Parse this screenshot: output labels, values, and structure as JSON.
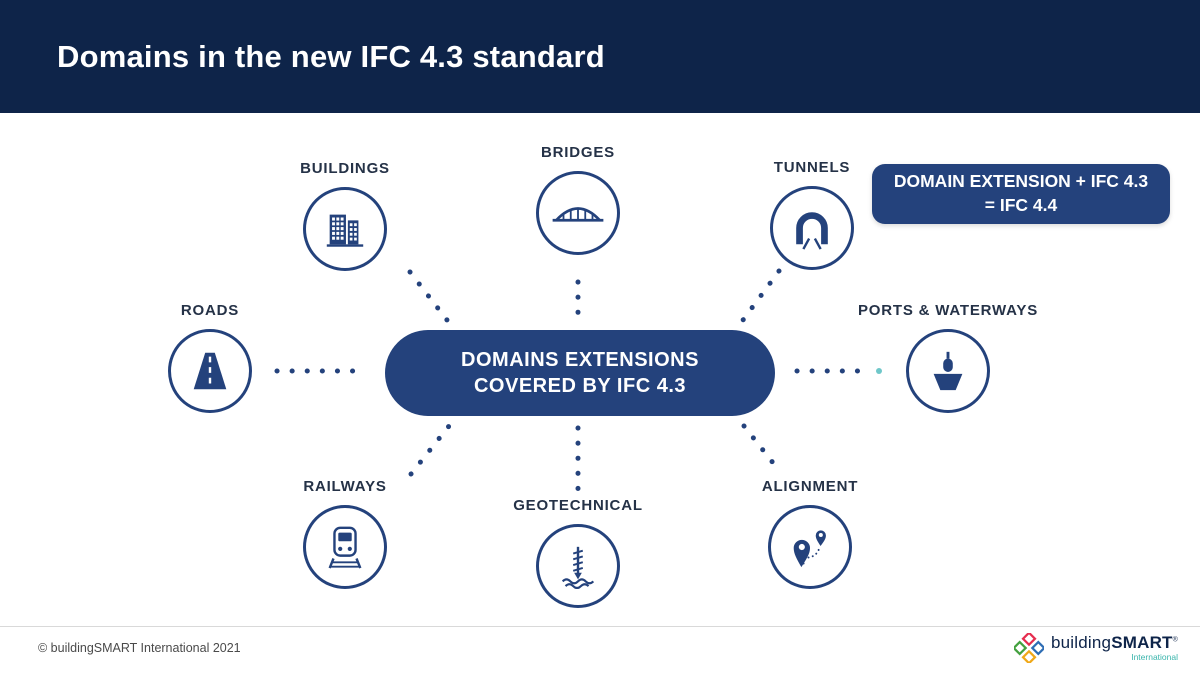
{
  "header": {
    "title": "Domains in the new IFC 4.3 standard"
  },
  "diagram": {
    "center": {
      "line1": "DOMAINS EXTENSIONS",
      "line2": "COVERED BY IFC 4.3"
    },
    "callout": {
      "line1": "DOMAIN EXTENSION + IFC 4.3",
      "line2": "= IFC 4.4"
    },
    "domains": [
      {
        "id": "buildings",
        "label": "BUILDINGS",
        "icon": "buildings-icon"
      },
      {
        "id": "bridges",
        "label": "BRIDGES",
        "icon": "bridge-icon"
      },
      {
        "id": "tunnels",
        "label": "TUNNELS",
        "icon": "tunnel-icon"
      },
      {
        "id": "roads",
        "label": "ROADS",
        "icon": "road-icon"
      },
      {
        "id": "ports",
        "label": "PORTS & WATERWAYS",
        "icon": "ship-icon"
      },
      {
        "id": "railways",
        "label": "RAILWAYS",
        "icon": "train-icon"
      },
      {
        "id": "geotechnical",
        "label": "GEOTECHNICAL",
        "icon": "borehole-icon"
      },
      {
        "id": "alignment",
        "label": "ALIGNMENT",
        "icon": "map-pins-icon"
      }
    ]
  },
  "footer": {
    "copyright": "© buildingSMART International 2021",
    "logo": {
      "name_regular": "building",
      "name_bold": "SMART",
      "registered": "®",
      "subtitle": "International"
    }
  },
  "colors": {
    "header_navy": "#0e2449",
    "navy": "#24427c",
    "label_text": "#253247",
    "teal": "#6fc7c9",
    "footer_text": "#4a4a4a",
    "divider": "#d9d9d9",
    "logo_red": "#e62d4f",
    "logo_blue": "#2e6db4",
    "logo_green": "#44a13f",
    "logo_yellow": "#f0a818",
    "logo_teal": "#3ab5ac"
  }
}
